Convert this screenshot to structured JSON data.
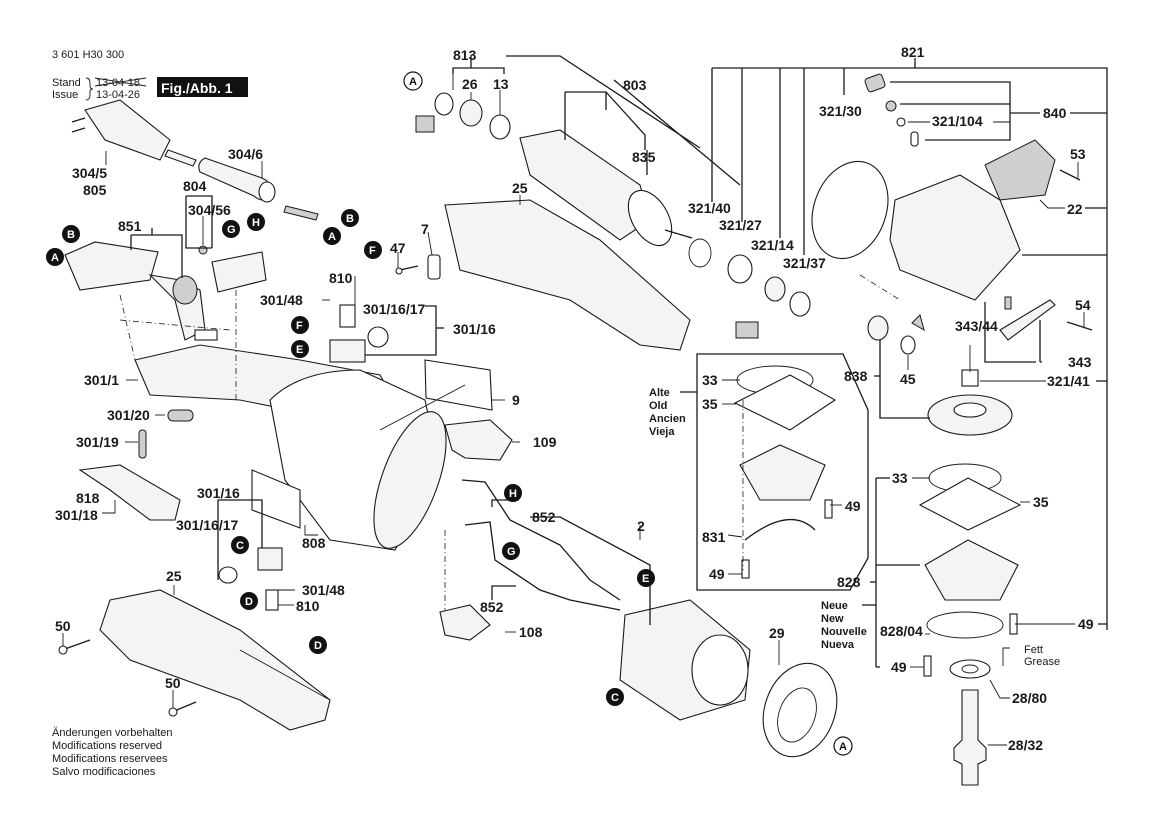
{
  "header": {
    "doc_number": "3 601 H30 300",
    "stand_label": "Stand",
    "issue_label": "Issue",
    "old_date": "13-04-18",
    "new_date": "13-04-26",
    "figure_label": "Fig./Abb. 1"
  },
  "footer": {
    "notes": [
      "Änderungen vorbehalten",
      "Modifications reserved",
      "Modifications reservees",
      "Salvo modificaciones"
    ]
  },
  "variants": {
    "old": [
      "Alte",
      "Old",
      "Ancien",
      "Vieja"
    ],
    "new": [
      "Neue",
      "New",
      "Nouvelle",
      "Nueva"
    ]
  },
  "grease_note": [
    "Fett",
    "Grease"
  ],
  "part_labels": {
    "p813": "813",
    "p26": "26",
    "p13": "13",
    "p803": "803",
    "p835": "835",
    "p821": "821",
    "p321_30": "321/30",
    "p321_104": "321/104",
    "p840": "840",
    "p53": "53",
    "p22": "22",
    "p321_40": "321/40",
    "p321_27": "321/27",
    "p321_14": "321/14",
    "p321_37": "321/37",
    "p25_top": "25",
    "p7": "7",
    "p47": "47",
    "p810_top": "810",
    "p301_48_top": "301/48",
    "p301_16_17_top": "301/16/17",
    "p301_16_top": "301/16",
    "p304_6": "304/6",
    "p304_5": "304/5",
    "p805": "805",
    "p804": "804",
    "p304_56": "304/56",
    "p851": "851",
    "p301_1": "301/1",
    "p301_20": "301/20",
    "p301_19": "301/19",
    "p818": "818",
    "p301_18": "301/18",
    "p9": "9",
    "p109": "109",
    "p852_a": "852",
    "p852_b": "852",
    "p2": "2",
    "p108": "108",
    "p29": "29",
    "p808": "808",
    "p301_16_bot": "301/16",
    "p301_16_17_bot": "301/16/17",
    "p301_48_bot": "301/48",
    "p810_bot": "810",
    "p25_bot": "25",
    "p50_a": "50",
    "p50_b": "50",
    "p54": "54",
    "p343_44": "343/44",
    "p343": "343",
    "p838": "838",
    "p45": "45",
    "p321_41": "321/41",
    "p33_old": "33",
    "p35_old": "35",
    "p49_old_a": "49",
    "p831": "831",
    "p49_old_b": "49",
    "p33_new": "33",
    "p35_new": "35",
    "p828": "828",
    "p828_04": "828/04",
    "p49_new_a": "49",
    "p49_new_b": "49",
    "p28_80": "28/80",
    "p28_32": "28/32"
  },
  "connector_markers": [
    {
      "id": "A",
      "style": "outline"
    },
    {
      "id": "A",
      "style": "filled"
    },
    {
      "id": "B",
      "style": "filled"
    },
    {
      "id": "A",
      "style": "filled"
    },
    {
      "id": "B",
      "style": "filled"
    },
    {
      "id": "G",
      "style": "filled"
    },
    {
      "id": "H",
      "style": "filled"
    },
    {
      "id": "F",
      "style": "filled"
    },
    {
      "id": "F",
      "style": "filled"
    },
    {
      "id": "E",
      "style": "filled"
    },
    {
      "id": "H",
      "style": "filled"
    },
    {
      "id": "G",
      "style": "filled"
    },
    {
      "id": "E",
      "style": "filled"
    },
    {
      "id": "C",
      "style": "filled"
    },
    {
      "id": "C",
      "style": "filled"
    },
    {
      "id": "D",
      "style": "filled"
    },
    {
      "id": "D",
      "style": "filled"
    },
    {
      "id": "A",
      "style": "outline"
    }
  ]
}
